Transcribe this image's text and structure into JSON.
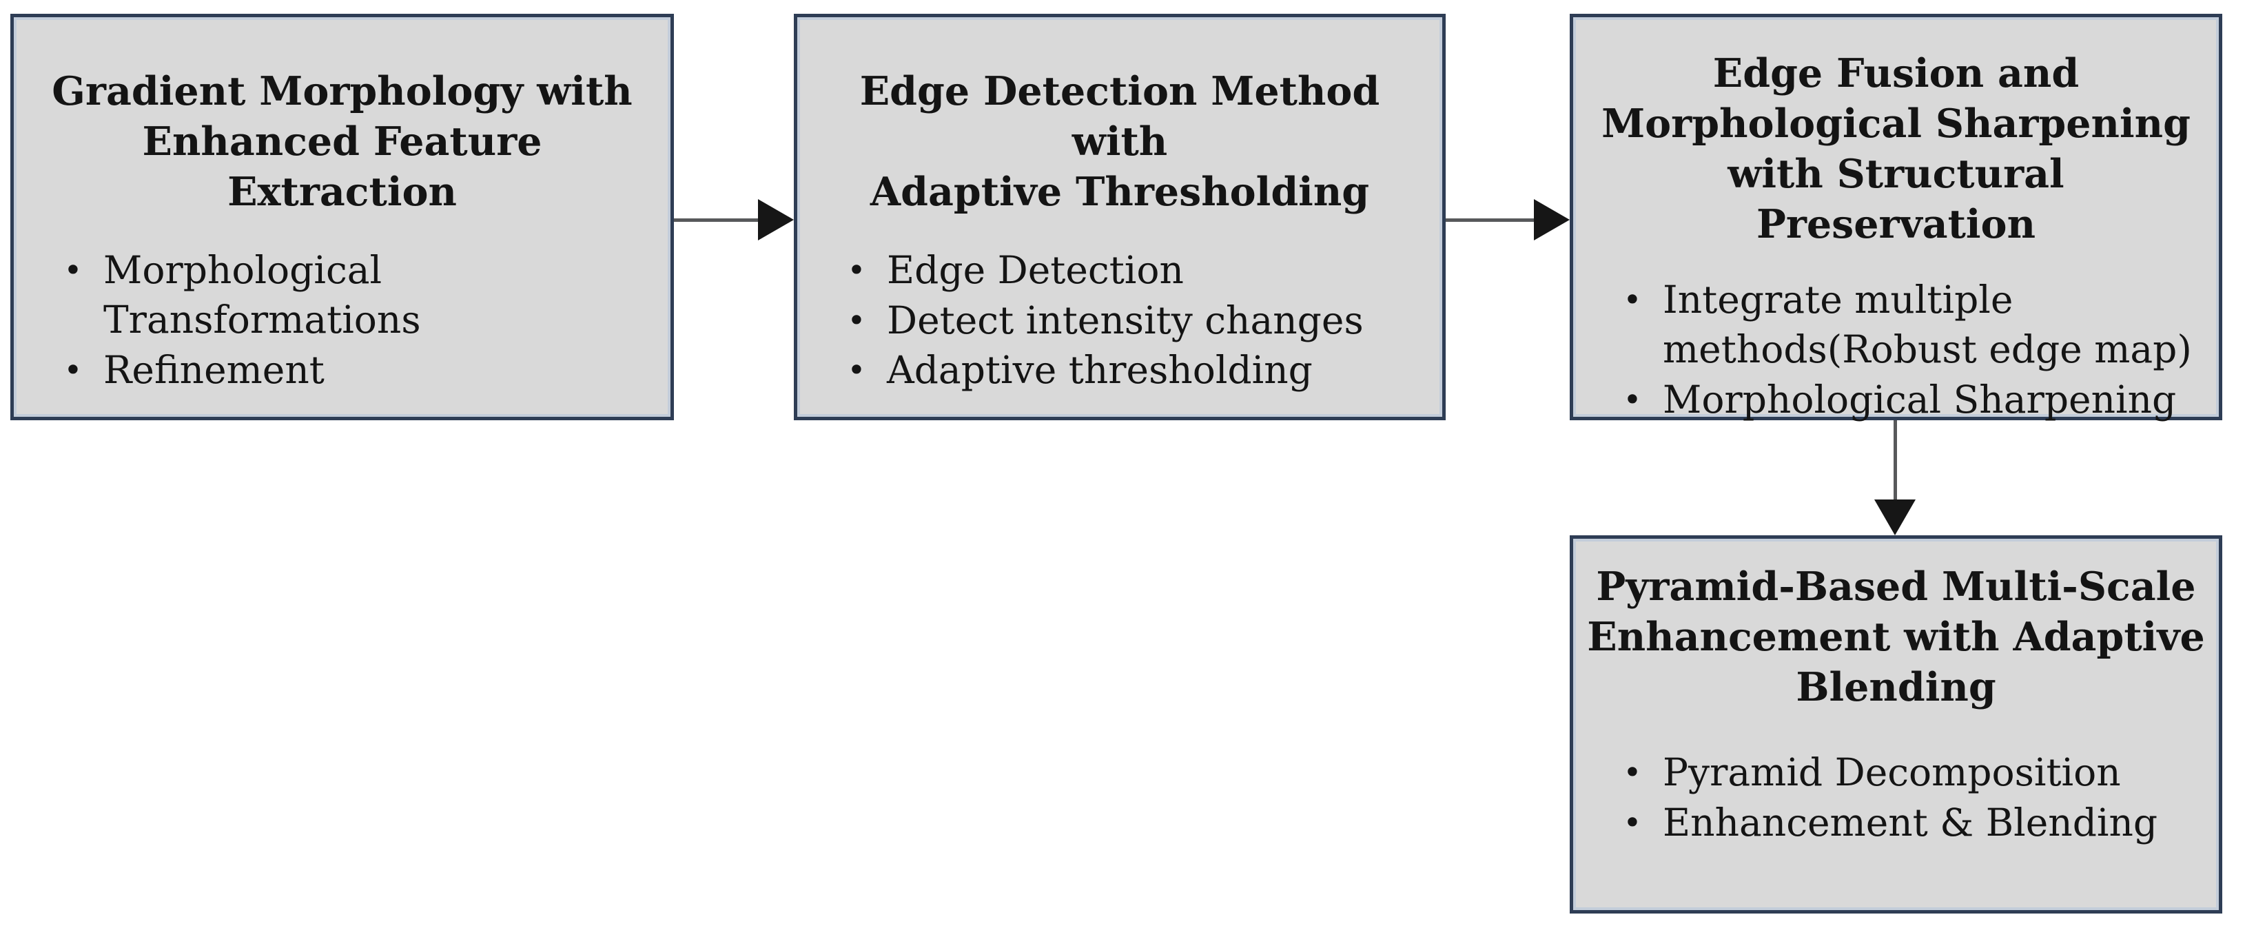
{
  "ui": {
    "bullet_marker": "•"
  },
  "style": {
    "box_fill": "#d9d9d9",
    "box_border": "#2e3d55",
    "box_inner_highlight": "#c3cdda",
    "arrow_line": "#58595b",
    "arrow_head": "#161616",
    "text_color": "#141414",
    "background": "#ffffff"
  },
  "boxes": [
    {
      "id": "box-1",
      "title": "Gradient Morphology with\nEnhanced Feature Extraction",
      "bullets": [
        "Morphological\nTransformations",
        "Refinement"
      ]
    },
    {
      "id": "box-2",
      "title": "Edge Detection Method with\nAdaptive Thresholding",
      "bullets": [
        "Edge Detection",
        "Detect intensity changes",
        "Adaptive thresholding"
      ]
    },
    {
      "id": "box-3",
      "title": "Edge Fusion and\nMorphological Sharpening\nwith Structural Preservation",
      "bullets": [
        "Integrate multiple\nmethods(Robust edge map)",
        "Morphological Sharpening"
      ]
    },
    {
      "id": "box-4",
      "title": "Pyramid-Based Multi-Scale\nEnhancement with Adaptive\nBlending",
      "bullets": [
        "Pyramid Decomposition",
        "Enhancement & Blending"
      ]
    }
  ],
  "connections": [
    {
      "from": "box-1",
      "to": "box-2",
      "direction": "right"
    },
    {
      "from": "box-2",
      "to": "box-3",
      "direction": "right"
    },
    {
      "from": "box-3",
      "to": "box-4",
      "direction": "down"
    }
  ]
}
